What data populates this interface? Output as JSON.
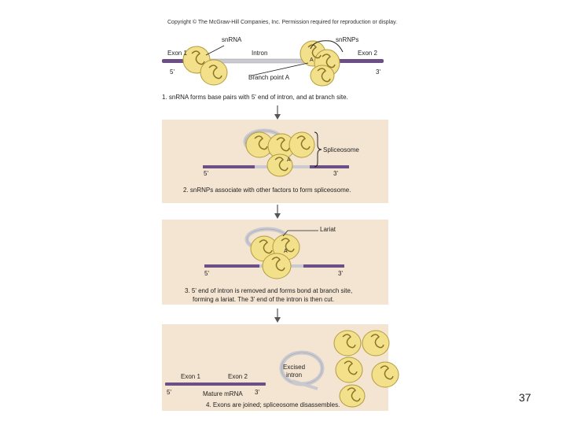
{
  "copyright": "Copyright © The McGraw-Hill Companies, Inc. Permission required for reproduction or display.",
  "step1": {
    "labels": {
      "snrna": "snRNA",
      "snrnps": "snRNPs",
      "exon1": "Exon 1",
      "intron": "Intron",
      "exon2": "Exon 2",
      "five_prime": "5'",
      "three_prime": "3'",
      "branch_point": "Branch point A",
      "a": "A"
    },
    "caption": "1. snRNA forms base pairs with 5' end of intron, and at branch site."
  },
  "step2": {
    "labels": {
      "spliceosome": "Spliceosome",
      "a": "A",
      "five_prime": "5'",
      "three_prime": "3'"
    },
    "caption": "2. snRNPs associate with other factors to form spliceosome."
  },
  "step3": {
    "labels": {
      "lariat": "Lariat",
      "a": "A",
      "five_prime": "5'",
      "three_prime": "3'"
    },
    "caption_line1": "3. 5' end of intron is removed and forms bond at branch site,",
    "caption_line2": "forming a lariat. The 3' end of the intron is then cut."
  },
  "step4": {
    "labels": {
      "exon1": "Exon 1",
      "exon2": "Exon 2",
      "excised_intron_line1": "Excised",
      "excised_intron_line2": "intron",
      "five_prime": "5'",
      "three_prime": "3'",
      "mature_mrna": "Mature mRNA"
    },
    "caption": "4. Exons are joined; spliceosome disassembles."
  },
  "page_number": "37",
  "colors": {
    "panel": "#f4e5d2",
    "exon": "#6b4f86",
    "intron": "#c9c9cf",
    "snrnp_fill": "#f2e08a",
    "snrnp_stroke": "#b39b3d",
    "arrow": "#555555"
  }
}
